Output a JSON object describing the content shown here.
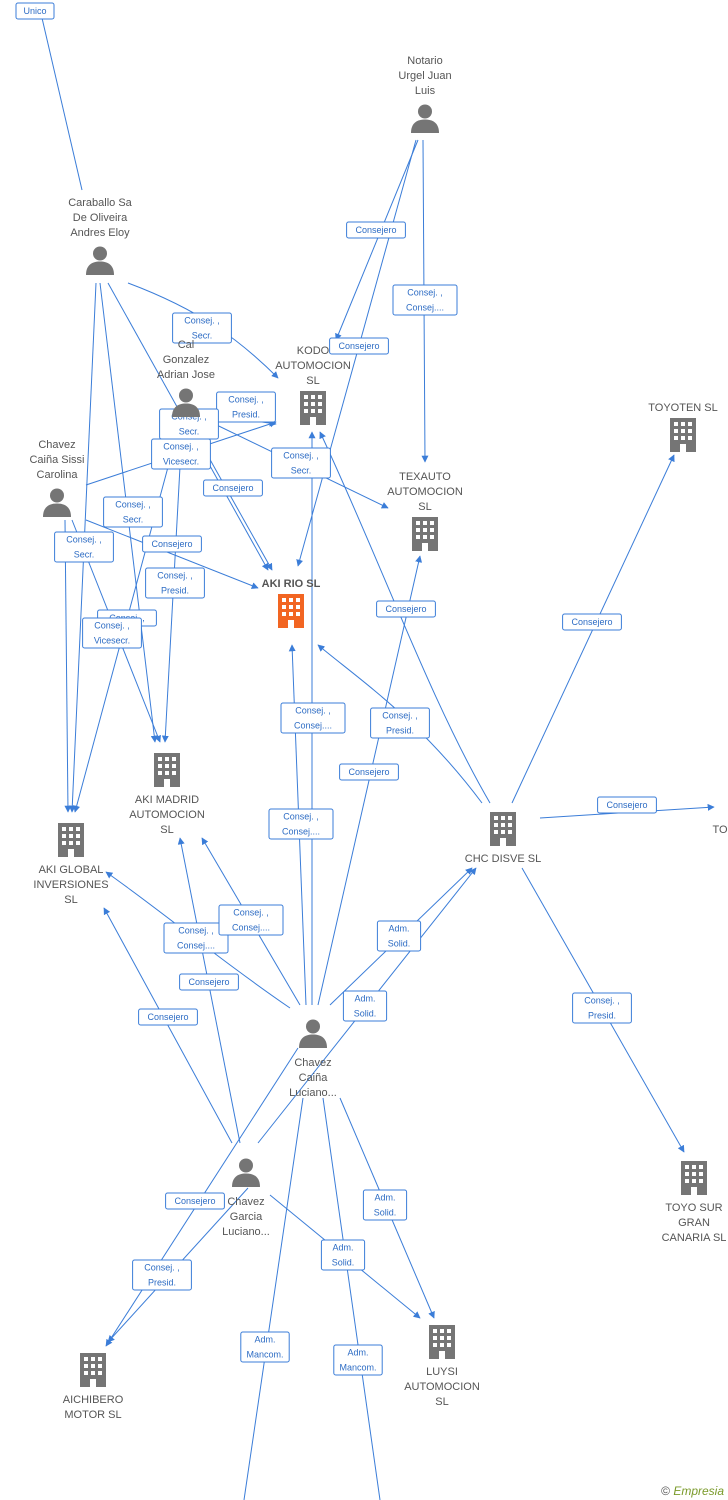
{
  "colors": {
    "edge": "#3b7dd8",
    "company": "#757575",
    "main_company": "#f26522",
    "person": "#757575",
    "label": "#555555"
  },
  "nodes": [
    {
      "id": "unico",
      "type": "label-only",
      "label": []
    },
    {
      "id": "notario",
      "type": "person",
      "label": [
        "Notario",
        "Urgel Juan",
        "Luis"
      ]
    },
    {
      "id": "caraballo",
      "type": "person",
      "label": [
        "Caraballo Sa",
        "De Oliveira",
        "Andres Eloy"
      ]
    },
    {
      "id": "gonzalez",
      "type": "person",
      "label": [
        "Cal",
        "Gonzalez",
        "Adrian Jose"
      ]
    },
    {
      "id": "chavez_sissi",
      "type": "person",
      "label": [
        "Chavez",
        "Caiña Sissi",
        "Carolina"
      ]
    },
    {
      "id": "kodo",
      "type": "company",
      "label": [
        "KODO",
        "AUTOMOCION",
        "SL"
      ]
    },
    {
      "id": "toyoten",
      "type": "company",
      "label": [
        "TOYOTEN SL"
      ]
    },
    {
      "id": "texauto",
      "type": "company",
      "label": [
        "TEXAUTO",
        "AUTOMOCION",
        "SL"
      ]
    },
    {
      "id": "akirio",
      "type": "main",
      "label": [
        "AKI RIO SL"
      ]
    },
    {
      "id": "akimadrid",
      "type": "company",
      "label": [
        "AKI MADRID",
        "AUTOMOCION",
        "SL"
      ]
    },
    {
      "id": "akiglobal",
      "type": "company",
      "label": [
        "AKI GLOBAL",
        "INVERSIONES",
        "SL"
      ]
    },
    {
      "id": "chcdisve",
      "type": "company",
      "label": [
        "CHC DISVE SL"
      ]
    },
    {
      "id": "to",
      "type": "label-only",
      "label": [
        "TO"
      ]
    },
    {
      "id": "chavez_luciano",
      "type": "person",
      "label": [
        "Chavez",
        "Caiña",
        "Luciano..."
      ]
    },
    {
      "id": "chavez_garcia",
      "type": "person",
      "label": [
        "Chavez",
        "Garcia",
        "Luciano..."
      ]
    },
    {
      "id": "toyosur",
      "type": "company",
      "label": [
        "TOYO SUR",
        "GRAN",
        "CANARIA SL"
      ]
    },
    {
      "id": "aichibero",
      "type": "company",
      "label": [
        "AICHIBERO",
        "MOTOR SL"
      ]
    },
    {
      "id": "luysi",
      "type": "company",
      "label": [
        "LUYSI",
        "AUTOMOCION",
        "SL"
      ]
    }
  ],
  "edge_labels": [
    [
      "Unico"
    ],
    [
      "Consejero"
    ],
    [
      "Consej. ,",
      "Consej...."
    ],
    [
      "Consej. ,",
      "Secr."
    ],
    [
      "Consejero"
    ],
    [
      "Consej. ,",
      "Presid."
    ],
    [
      "Consej. ,",
      "Secr."
    ],
    [
      "Consej. ,",
      "Vicesecr."
    ],
    [
      "Consej. ,",
      "Secr."
    ],
    [
      "Consejero"
    ],
    [
      "Consej. ,",
      "Secr."
    ],
    [
      "Consej. ,",
      "Secr."
    ],
    [
      "Consejero"
    ],
    [
      "Consej. ,",
      "Presid."
    ],
    [
      "Consej. ,"
    ],
    [
      "Consej. ,",
      "Vicesecr."
    ],
    [
      "Consejero"
    ],
    [
      "Consejero"
    ],
    [
      "Consej. ,",
      "Consej...."
    ],
    [
      "Consej. ,",
      "Presid."
    ],
    [
      "Consejero"
    ],
    [
      "Consej. ,",
      "Consej...."
    ],
    [
      "Consejero"
    ],
    [
      "Consej. ,",
      "Consej...."
    ],
    [
      "Consej. ,",
      "Consej...."
    ],
    [
      "Adm.",
      "Solid."
    ],
    [
      "Consejero"
    ],
    [
      "Adm.",
      "Solid."
    ],
    [
      "Consejero"
    ],
    [
      "Consej. ,",
      "Presid."
    ],
    [
      "Consejero"
    ],
    [
      "Adm.",
      "Solid."
    ],
    [
      "Consej. ,",
      "Presid."
    ],
    [
      "Adm.",
      "Solid."
    ],
    [
      "Adm.",
      "Mancom."
    ],
    [
      "Adm.",
      "Mancom."
    ]
  ],
  "brand": {
    "copyright": "©",
    "name": "Empresia"
  }
}
